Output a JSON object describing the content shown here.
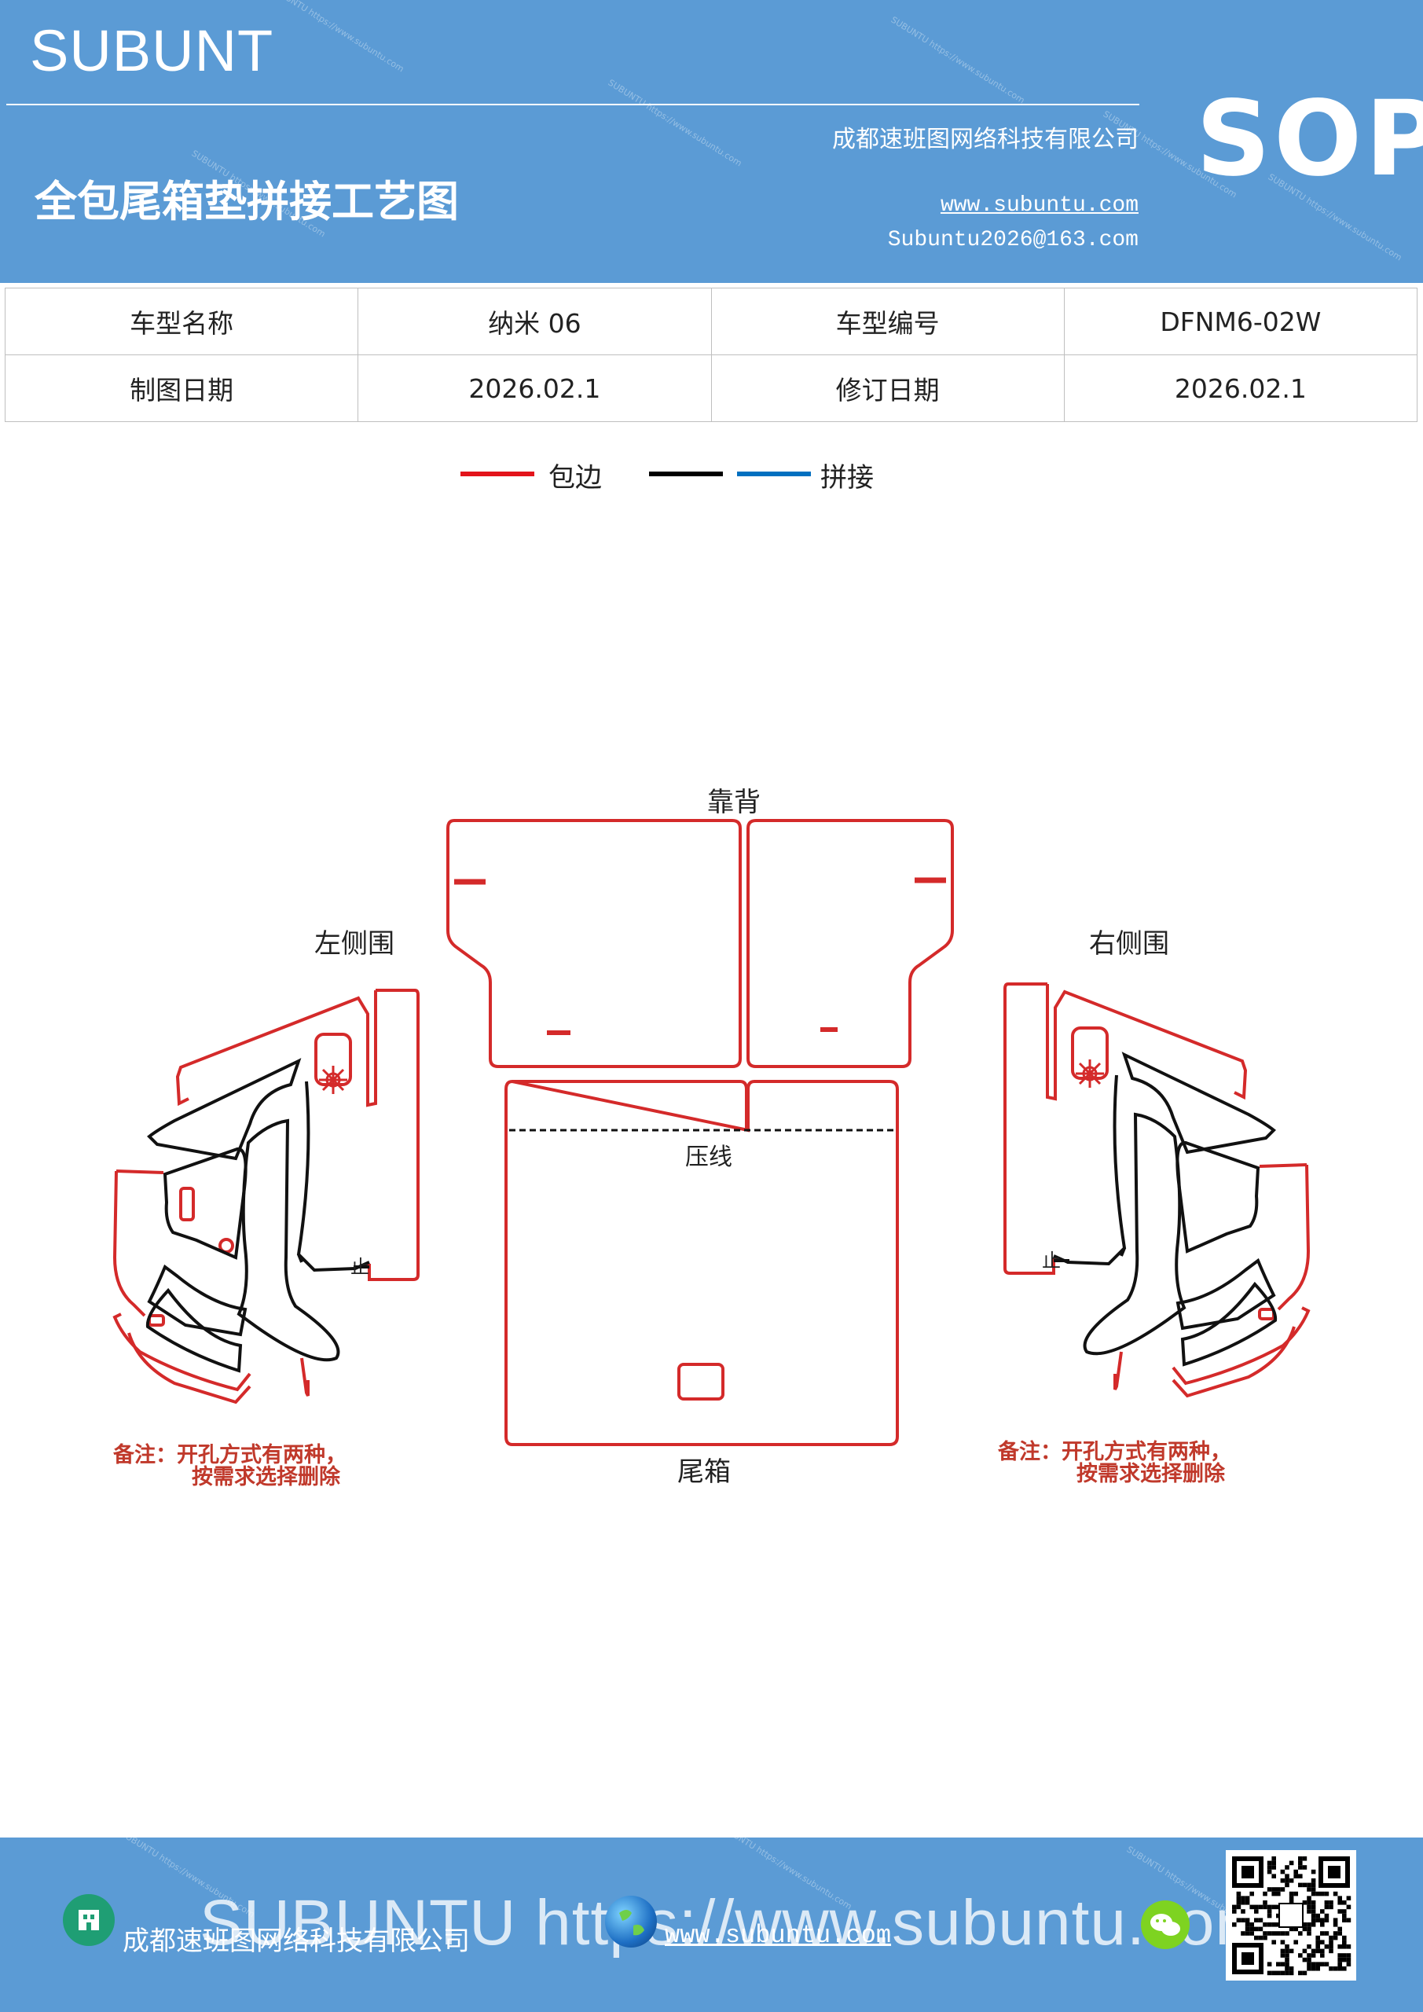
{
  "header": {
    "brand": "SUBUNT",
    "title": "全包尾箱垫拼接工艺图",
    "company": "成都速班图网络科技有限公司",
    "website": "www.subuntu.com",
    "email": "Subuntu2026@163.com",
    "badge": "SOP",
    "watermark": "SUBUNTU https://www.subuntu.com"
  },
  "info_table": {
    "rows": [
      [
        "车型名称",
        "纳米 06",
        "车型编号",
        "DFNM6-02W"
      ],
      [
        "制图日期",
        "2026.02.1",
        "修订日期",
        "2026.02.1"
      ]
    ]
  },
  "legend": [
    {
      "color": "#e3141b",
      "label": "包边"
    },
    {
      "color": "#000000",
      "label": ""
    },
    {
      "color": "#0070c0",
      "label": "拼接"
    }
  ],
  "diagram": {
    "labels": {
      "back": "靠背",
      "left": "左侧围",
      "right": "右侧围",
      "crease": "压线",
      "trunk": "尾箱",
      "mark": "止"
    },
    "note_left": [
      "备注：开孔方式有两种，",
      "按需求选择删除"
    ],
    "note_right": [
      "备注：开孔方式有两种，",
      "按需求选择删除"
    ],
    "colors": {
      "edge": "#d42a2a",
      "splice": "#111111",
      "note": "#c0392b"
    }
  },
  "footer": {
    "watermark_text": "SUBUNTU https://www.subuntu.com",
    "company": "成都速班图网络科技有限公司",
    "website": "www.subuntu.com"
  }
}
